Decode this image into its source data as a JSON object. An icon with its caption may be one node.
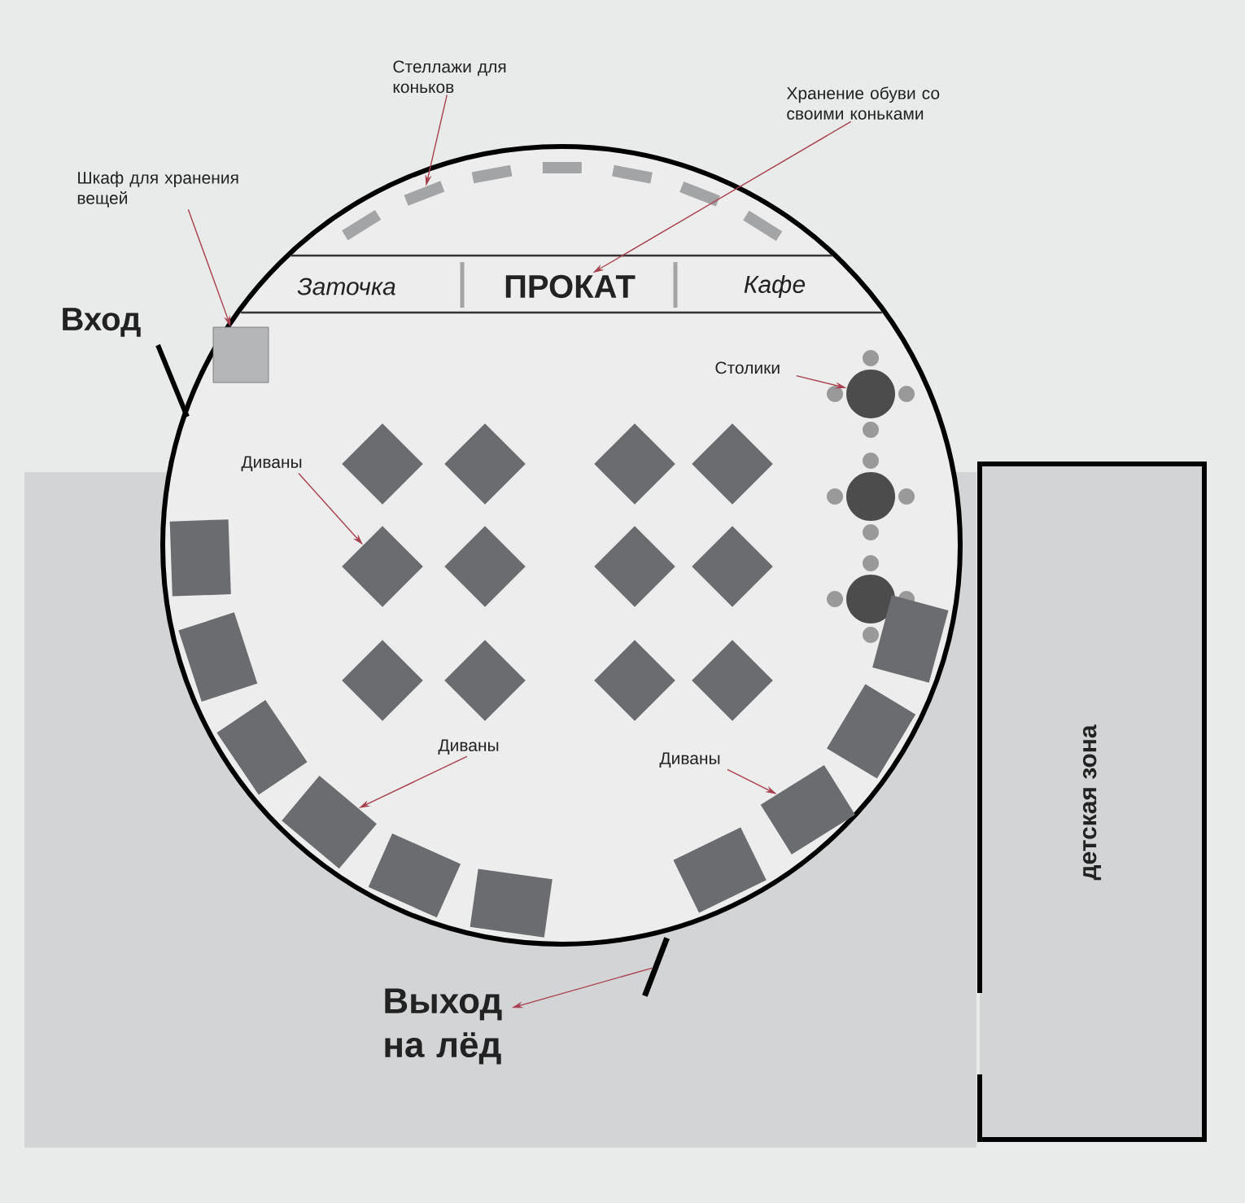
{
  "diagram": {
    "nodes": [
      {
        "text": [],
        "shape": "circle"
      },
      {
        "text": [
          "Стеллажи для коньков"
        ]
      },
      {
        "text": [
          "Хранение обуви со своими коньками"
        ]
      },
      {
        "text": [],
        "shape": "bar",
        "in": 0
      },
      {
        "text": [],
        "shape": "bar",
        "in": 0
      },
      {
        "text": [],
        "shape": "bar",
        "in": 0
      },
      {
        "text": [],
        "shape": "bar",
        "in": 0
      },
      {
        "text": [],
        "shape": "bar",
        "in": 0
      },
      {
        "text": [],
        "shape": "bar",
        "in": 0
      },
      {
        "text": [],
        "shape": "bar",
        "in": 0
      },
      {
        "text": [
          "Шкаф для хранения вещей"
        ]
      },
      {
        "text": [
          "Заточка"
        ],
        "in": 0
      },
      {
        "text": [
          "ПРОКАТ"
        ],
        "in": 0
      },
      {
        "text": [
          "Кафе"
        ],
        "in": 0
      },
      {
        "text": [],
        "shape": "box",
        "in": 0
      },
      {
        "text": [
          "Столики"
        ],
        "in": 0
      },
      {
        "text": [],
        "shape": "circle",
        "in": 0
      },
      {
        "text": [],
        "shape": "circle",
        "in": 0
      },
      {
        "text": [],
        "shape": "circle",
        "in": 0
      },
      {
        "text": [
          "Диваны"
        ],
        "in": 0
      },
      {
        "text": [],
        "shape": "diamond",
        "in": 0
      },
      {
        "text": [],
        "shape": "diamond",
        "in": 0
      },
      {
        "text": [],
        "shape": "diamond",
        "in": 0
      },
      {
        "text": [],
        "shape": "diamond",
        "in": 0
      },
      {
        "text": [],
        "shape": "diamond",
        "in": 0
      },
      {
        "text": [],
        "shape": "diamond",
        "in": 0
      },
      {
        "text": [],
        "shape": "diamond",
        "in": 0
      },
      {
        "text": [],
        "shape": "diamond",
        "in": 0
      },
      {
        "text": [],
        "shape": "diamond",
        "in": 0
      },
      {
        "text": [],
        "shape": "diamond",
        "in": 0
      },
      {
        "text": [],
        "shape": "diamond",
        "in": 0
      },
      {
        "text": [],
        "shape": "diamond",
        "in": 0
      },
      {
        "text": [
          "Диваны"
        ],
        "in": 0
      },
      {
        "text": [
          "Диваны"
        ],
        "in": 0
      },
      {
        "text": [],
        "shape": "box",
        "in": 0
      },
      {
        "text": [],
        "shape": "box",
        "in": 0
      },
      {
        "text": [],
        "shape": "box",
        "in": 0
      },
      {
        "text": [],
        "shape": "box",
        "in": 0
      },
      {
        "text": [],
        "shape": "box",
        "in": 0
      },
      {
        "text": [],
        "shape": "box",
        "in": 0
      },
      {
        "text": [],
        "shape": "box",
        "in": 0
      },
      {
        "text": [],
        "shape": "box",
        "in": 0
      },
      {
        "text": [],
        "shape": "box",
        "in": 0
      },
      {
        "text": [],
        "shape": "box",
        "in": 0
      },
      {
        "text": [],
        "shape": "bar"
      },
      {
        "text": [
          "Выход на лёд"
        ]
      },
      {
        "text": [
          "детская зона"
        ]
      }
    ],
    "edges": [
      {
        "from": 1,
        "to": 4,
        "arrow": "to"
      },
      {
        "from": 2,
        "to": 12,
        "arrow": "to"
      },
      {
        "from": 10,
        "to": 14,
        "arrow": "to"
      },
      {
        "from": 15,
        "to": 16,
        "arrow": "to"
      },
      {
        "from": 19,
        "to": 24,
        "arrow": "to"
      },
      {
        "from": 32,
        "to": 37,
        "arrow": "to"
      },
      {
        "from": 33,
        "to": 41,
        "arrow": "to"
      },
      {
        "from": 44,
        "to": 45,
        "arrow": "to"
      }
    ],
    "labels": [
      "Вход"
    ]
  }
}
